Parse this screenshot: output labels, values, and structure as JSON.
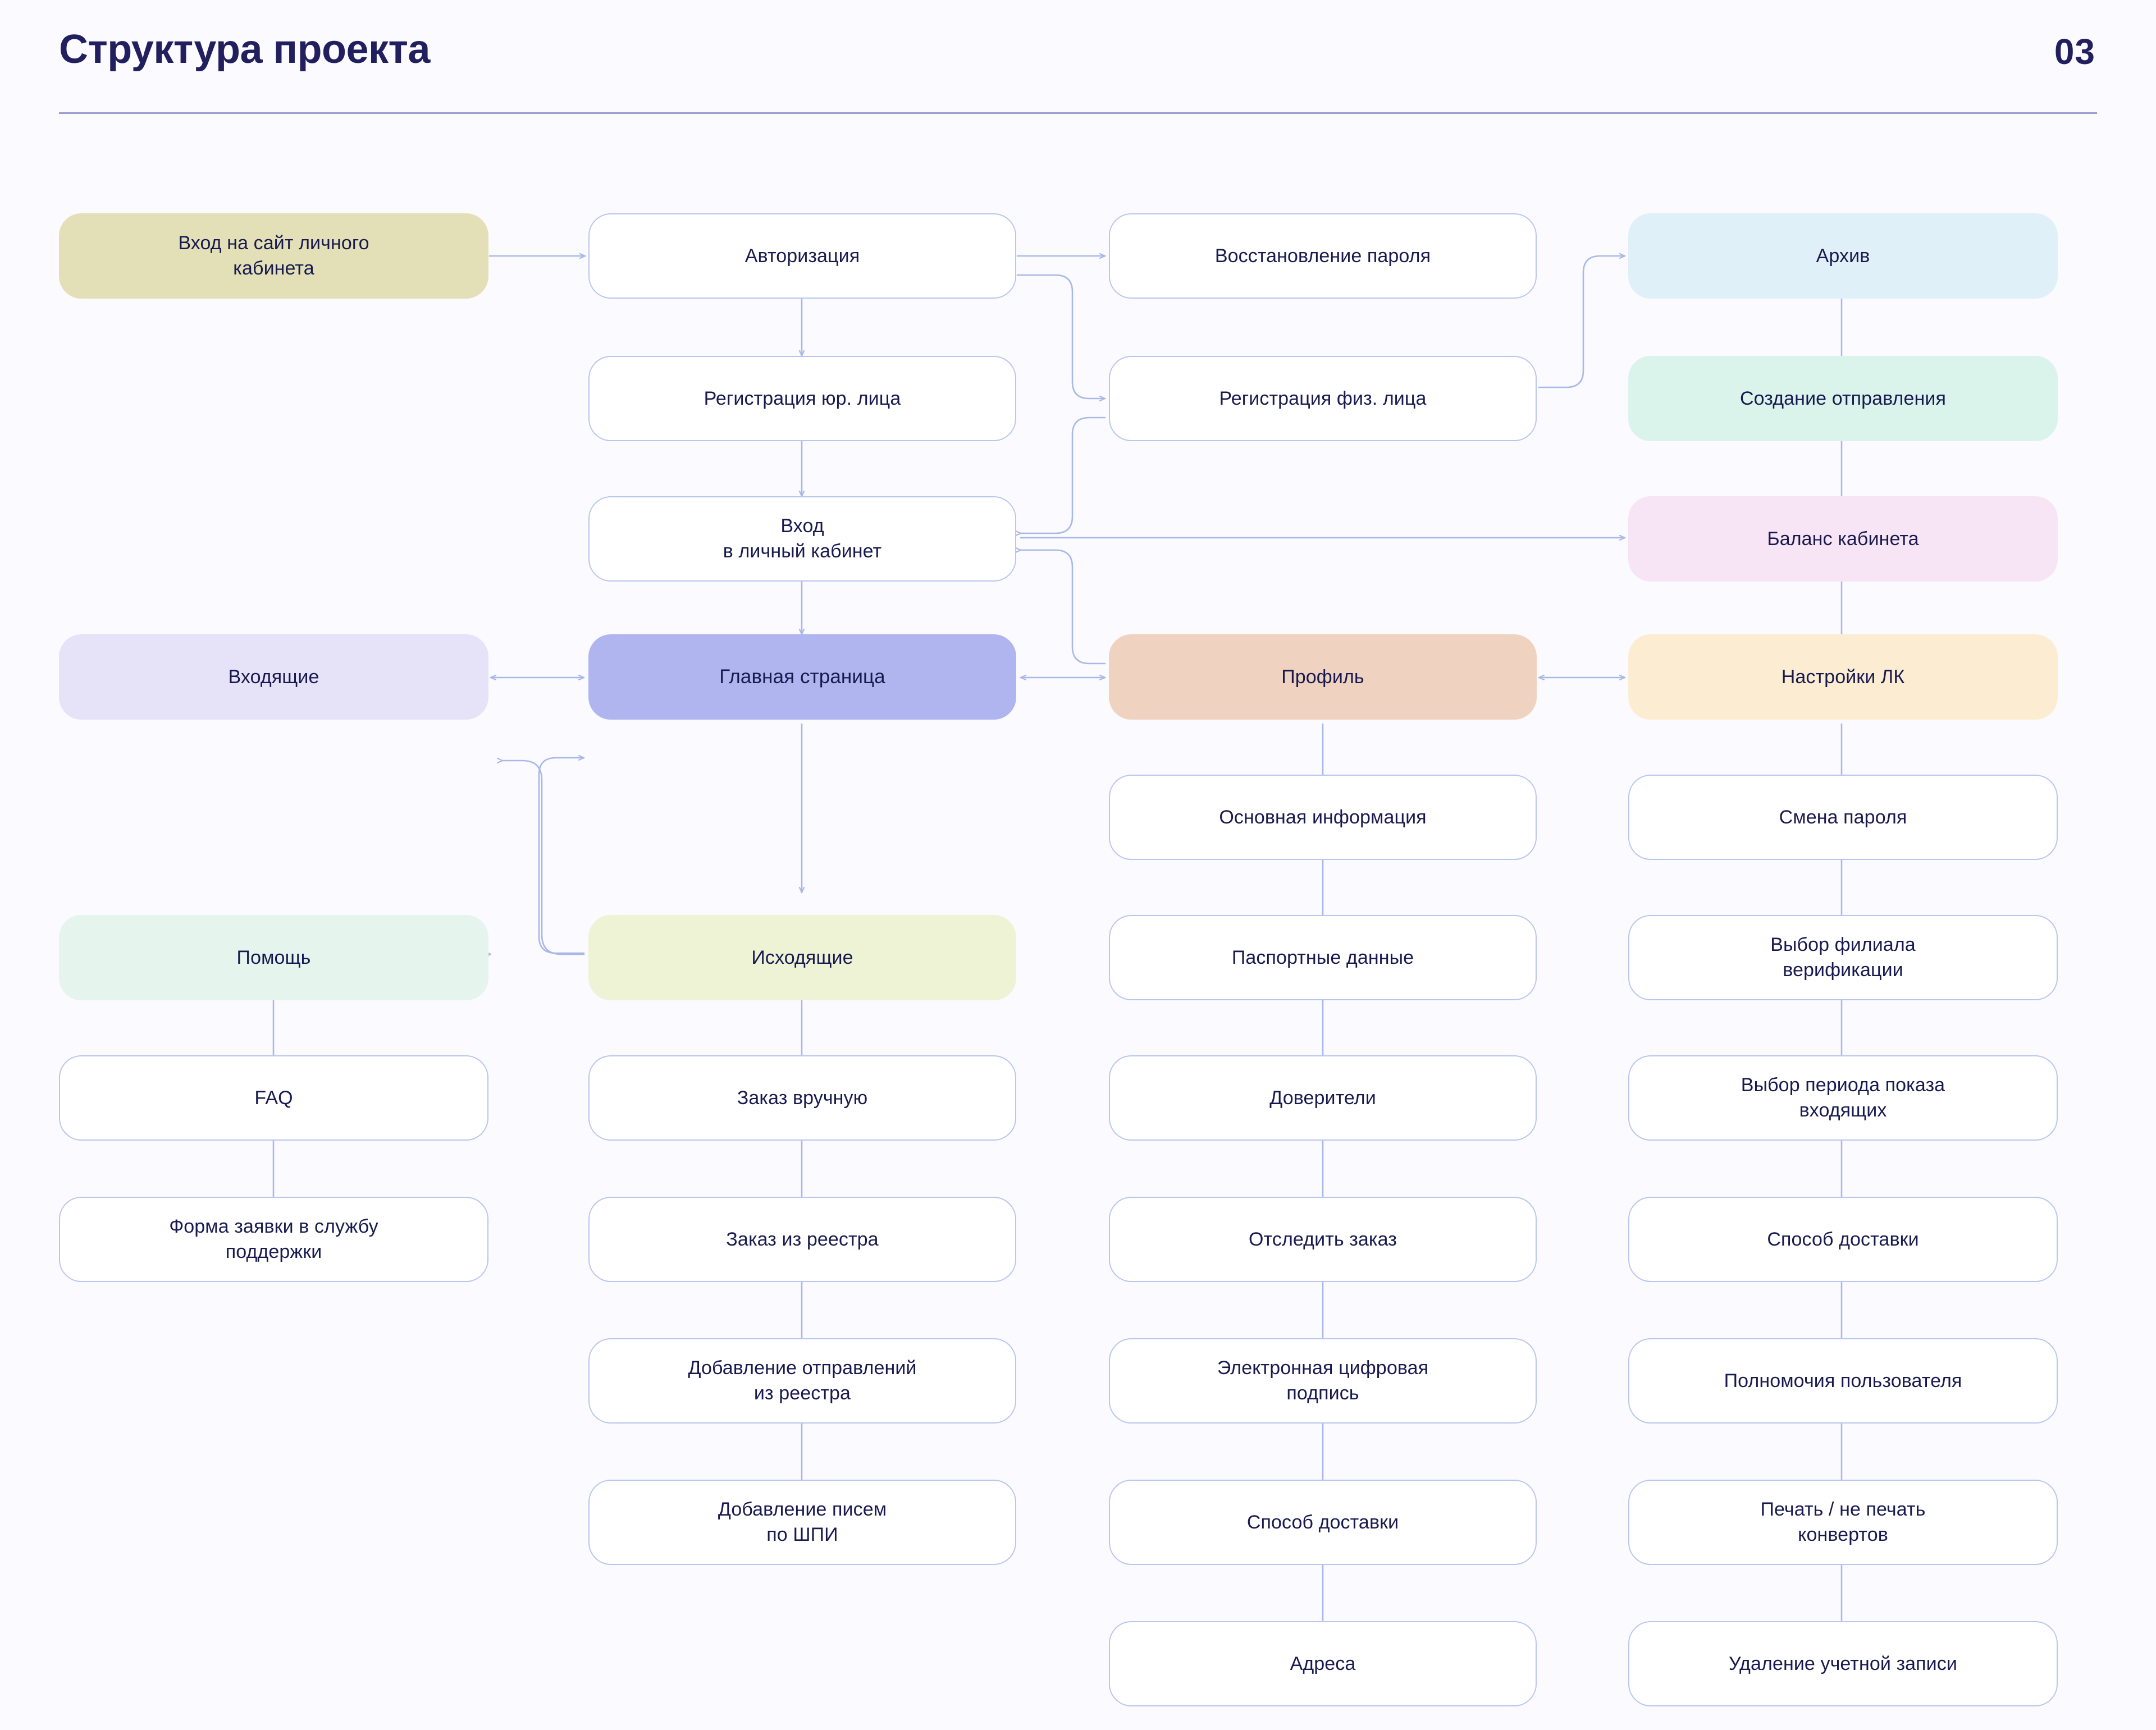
{
  "header": {
    "title": "Структура проекта",
    "page_number": "03"
  },
  "palette": {
    "background": "#fafaff",
    "text": "#181a4f",
    "node_border": "#b9c6ee",
    "connector": "#a9b8e8",
    "rule": "#9a9ad4",
    "khaki": "#e3e0b8",
    "light_blue": "#e0f0f9",
    "mint": "#daf4ec",
    "pink": "#f7e5f5",
    "lavender": "#e6e2f8",
    "periwinkle": "#b0b5ef",
    "peach": "#f0d2c0",
    "cream": "#fcedd2",
    "pale_green": "#e5f4ec",
    "pale_yellow": "#eef3d6"
  },
  "nodes": [
    {
      "id": "entry-site",
      "label": "Вход на сайт личного\nкабинета",
      "col": 1,
      "row": 1,
      "fill": "khaki"
    },
    {
      "id": "authorization",
      "label": "Авторизация",
      "col": 2,
      "row": 1,
      "fill": "white"
    },
    {
      "id": "password-recovery",
      "label": "Восстановление пароля",
      "col": 3,
      "row": 1,
      "fill": "white"
    },
    {
      "id": "archive",
      "label": "Архив",
      "col": 4,
      "row": 1,
      "fill": "light_blue"
    },
    {
      "id": "reg-legal",
      "label": "Регистрация юр. лица",
      "col": 2,
      "row": 2,
      "fill": "white"
    },
    {
      "id": "reg-individual",
      "label": "Регистрация физ. лица",
      "col": 3,
      "row": 2,
      "fill": "white"
    },
    {
      "id": "create-shipment",
      "label": "Создание отправления",
      "col": 4,
      "row": 2,
      "fill": "mint"
    },
    {
      "id": "login-account",
      "label": "Вход\nв личный кабинет",
      "col": 2,
      "row": 3,
      "fill": "white"
    },
    {
      "id": "account-balance",
      "label": "Баланс кабинета",
      "col": 4,
      "row": 3,
      "fill": "pink"
    },
    {
      "id": "inbox",
      "label": "Входящие",
      "col": 1,
      "row": 4,
      "fill": "lavender"
    },
    {
      "id": "main-page",
      "label": "Главная страница",
      "col": 2,
      "row": 4,
      "fill": "periwinkle"
    },
    {
      "id": "profile",
      "label": "Профиль",
      "col": 3,
      "row": 4,
      "fill": "peach"
    },
    {
      "id": "account-settings",
      "label": "Настройки ЛК",
      "col": 4,
      "row": 4,
      "fill": "cream"
    },
    {
      "id": "basic-info",
      "label": "Основная информация",
      "col": 3,
      "row": 5,
      "fill": "white"
    },
    {
      "id": "change-password",
      "label": "Смена пароля",
      "col": 4,
      "row": 5,
      "fill": "white"
    },
    {
      "id": "help",
      "label": "Помощь",
      "col": 1,
      "row": 6,
      "fill": "pale_green"
    },
    {
      "id": "outbox",
      "label": "Исходящие",
      "col": 2,
      "row": 6,
      "fill": "pale_yellow"
    },
    {
      "id": "passport-data",
      "label": "Паспортные данные",
      "col": 3,
      "row": 6,
      "fill": "white"
    },
    {
      "id": "verification-branch",
      "label": "Выбор филиала\nверификации",
      "col": 4,
      "row": 6,
      "fill": "white"
    },
    {
      "id": "faq",
      "label": "FAQ",
      "col": 1,
      "row": 7,
      "fill": "white"
    },
    {
      "id": "order-manual",
      "label": "Заказ вручную",
      "col": 2,
      "row": 7,
      "fill": "white"
    },
    {
      "id": "principals",
      "label": "Доверители",
      "col": 3,
      "row": 7,
      "fill": "white"
    },
    {
      "id": "inbox-period",
      "label": "Выбор периода показа\nвходящих",
      "col": 4,
      "row": 7,
      "fill": "white"
    },
    {
      "id": "support-form",
      "label": "Форма заявки в службу\nподдержки",
      "col": 1,
      "row": 8,
      "fill": "white"
    },
    {
      "id": "order-registry",
      "label": "Заказ из реестра",
      "col": 2,
      "row": 8,
      "fill": "white"
    },
    {
      "id": "track-order",
      "label": "Отследить заказ",
      "col": 3,
      "row": 8,
      "fill": "white"
    },
    {
      "id": "delivery-method-s",
      "label": "Способ доставки",
      "col": 4,
      "row": 8,
      "fill": "white"
    },
    {
      "id": "add-shipments",
      "label": "Добавление отправлений\nиз реестра",
      "col": 2,
      "row": 9,
      "fill": "white"
    },
    {
      "id": "digital-signature",
      "label": "Электронная цифровая\nподпись",
      "col": 3,
      "row": 9,
      "fill": "white"
    },
    {
      "id": "user-permissions",
      "label": "Полномочия пользователя",
      "col": 4,
      "row": 9,
      "fill": "white"
    },
    {
      "id": "add-letters-shpi",
      "label": "Добавление писем\nпо ШПИ",
      "col": 2,
      "row": 10,
      "fill": "white"
    },
    {
      "id": "delivery-method-p",
      "label": "Способ доставки",
      "col": 3,
      "row": 10,
      "fill": "white"
    },
    {
      "id": "print-envelopes",
      "label": "Печать / не печать\nконвертов",
      "col": 4,
      "row": 10,
      "fill": "white"
    },
    {
      "id": "addresses",
      "label": "Адреса",
      "col": 3,
      "row": 11,
      "fill": "white"
    },
    {
      "id": "delete-account",
      "label": "Удаление учетной записи",
      "col": 4,
      "row": 11,
      "fill": "white"
    }
  ],
  "connections": [
    {
      "from": "entry-site",
      "to": "authorization",
      "kind": "arrow-right"
    },
    {
      "from": "authorization",
      "to": "password-recovery",
      "kind": "arrow-right"
    },
    {
      "from": "authorization",
      "to": "reg-legal",
      "kind": "arrow-down"
    },
    {
      "from": "reg-legal",
      "to": "login-account",
      "kind": "arrow-down"
    },
    {
      "from": "authorization",
      "to": "reg-individual",
      "kind": "elbow"
    },
    {
      "from": "reg-individual",
      "to": "login-account",
      "kind": "elbow"
    },
    {
      "from": "login-account",
      "to": "main-page",
      "kind": "arrow-down"
    },
    {
      "from": "reg-individual",
      "to": "archive",
      "kind": "elbow"
    },
    {
      "from": "login-account",
      "to": "account-balance",
      "kind": "arrow-right"
    },
    {
      "from": "inbox",
      "to": "main-page",
      "kind": "arrow-both"
    },
    {
      "from": "main-page",
      "to": "profile",
      "kind": "arrow-both"
    },
    {
      "from": "profile",
      "to": "account-settings",
      "kind": "arrow-both"
    },
    {
      "from": "main-page",
      "to": "outbox",
      "kind": "arrow-down"
    },
    {
      "from": "outbox",
      "to": "main-page",
      "kind": "elbow"
    },
    {
      "from": "outbox",
      "to": "help",
      "kind": "elbow"
    },
    {
      "from": "help",
      "to": "faq",
      "kind": "line"
    },
    {
      "from": "faq",
      "to": "support-form",
      "kind": "line"
    },
    {
      "from": "outbox",
      "to": "order-manual",
      "kind": "line"
    },
    {
      "from": "order-manual",
      "to": "order-registry",
      "kind": "line"
    },
    {
      "from": "order-registry",
      "to": "add-shipments",
      "kind": "line"
    },
    {
      "from": "add-shipments",
      "to": "add-letters-shpi",
      "kind": "line"
    },
    {
      "from": "profile",
      "to": "basic-info",
      "kind": "line"
    },
    {
      "from": "basic-info",
      "to": "passport-data",
      "kind": "line"
    },
    {
      "from": "passport-data",
      "to": "principals",
      "kind": "line"
    },
    {
      "from": "principals",
      "to": "track-order",
      "kind": "line"
    },
    {
      "from": "track-order",
      "to": "digital-signature",
      "kind": "line"
    },
    {
      "from": "digital-signature",
      "to": "delivery-method-p",
      "kind": "line"
    },
    {
      "from": "delivery-method-p",
      "to": "addresses",
      "kind": "line"
    },
    {
      "from": "account-settings",
      "to": "change-password",
      "kind": "line"
    },
    {
      "from": "change-password",
      "to": "verification-branch",
      "kind": "line"
    },
    {
      "from": "verification-branch",
      "to": "inbox-period",
      "kind": "line"
    },
    {
      "from": "inbox-period",
      "to": "delivery-method-s",
      "kind": "line"
    },
    {
      "from": "delivery-method-s",
      "to": "user-permissions",
      "kind": "line"
    },
    {
      "from": "user-permissions",
      "to": "print-envelopes",
      "kind": "line"
    },
    {
      "from": "print-envelopes",
      "to": "delete-account",
      "kind": "line"
    },
    {
      "from": "archive",
      "to": "create-shipment",
      "kind": "line"
    },
    {
      "from": "create-shipment",
      "to": "account-balance",
      "kind": "line"
    },
    {
      "from": "account-balance",
      "to": "account-settings",
      "kind": "line"
    }
  ]
}
